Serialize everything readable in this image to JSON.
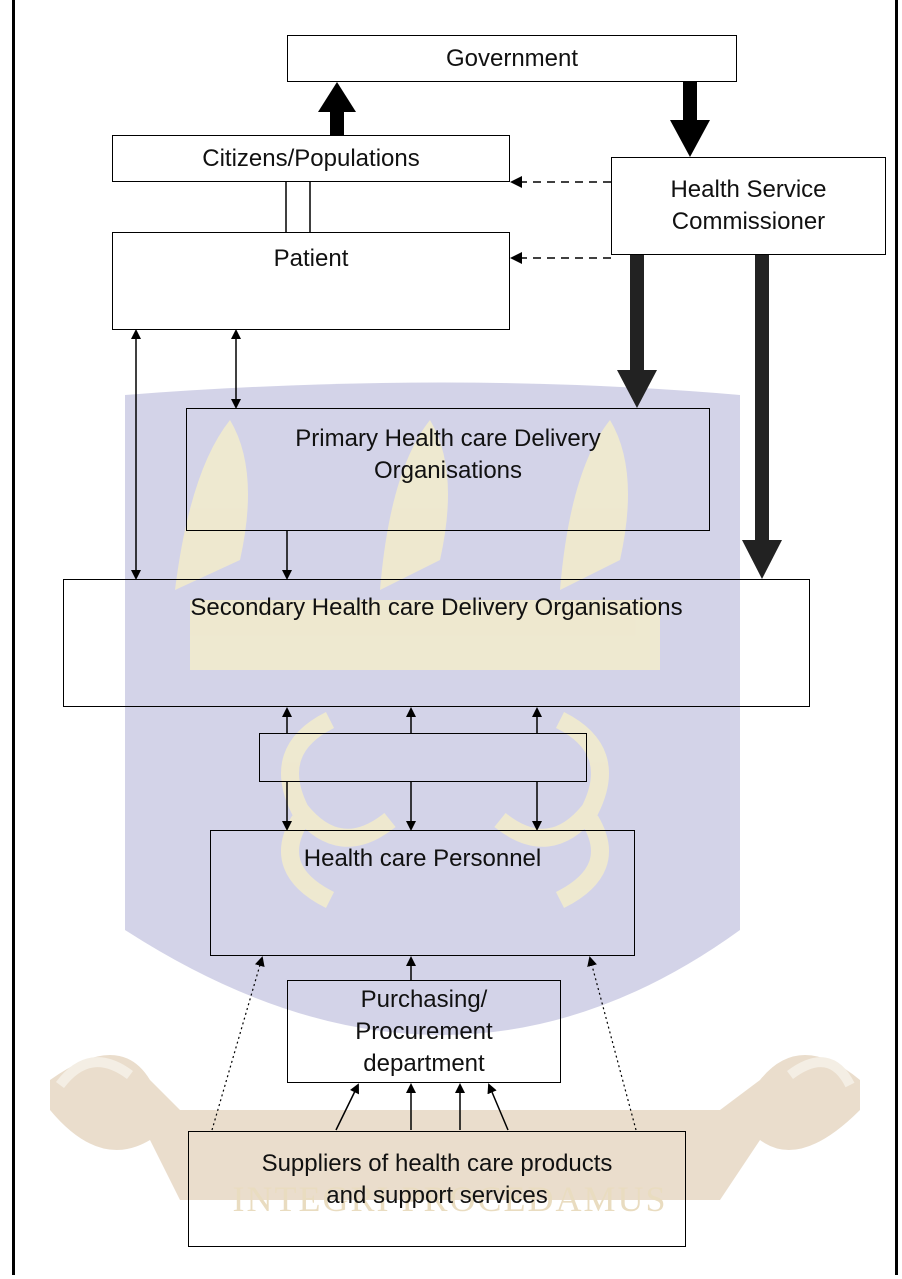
{
  "nodes": {
    "government": "Government",
    "citizens": "Citizens/Populations",
    "commissioner": "Health Service\nCommissioner",
    "patient": "Patient",
    "primary": "Primary Health care Delivery\nOrganisations",
    "secondary": "Secondary Health care Delivery Organisations",
    "intermediate": "",
    "personnel": "Health care Personnel",
    "purchasing": "Purchasing/\nProcurement\ndepartment",
    "suppliers": "Suppliers of health care products\nand support services"
  },
  "watermark": {
    "motto": "INTEGRI PROCEDAMUS",
    "colors": {
      "purple": "#cbcbe4",
      "gold": "#f1ebcd",
      "tan": "#e6d7c3"
    }
  },
  "colors": {
    "arrow": "#000000",
    "thick_arrow": "#222222"
  }
}
